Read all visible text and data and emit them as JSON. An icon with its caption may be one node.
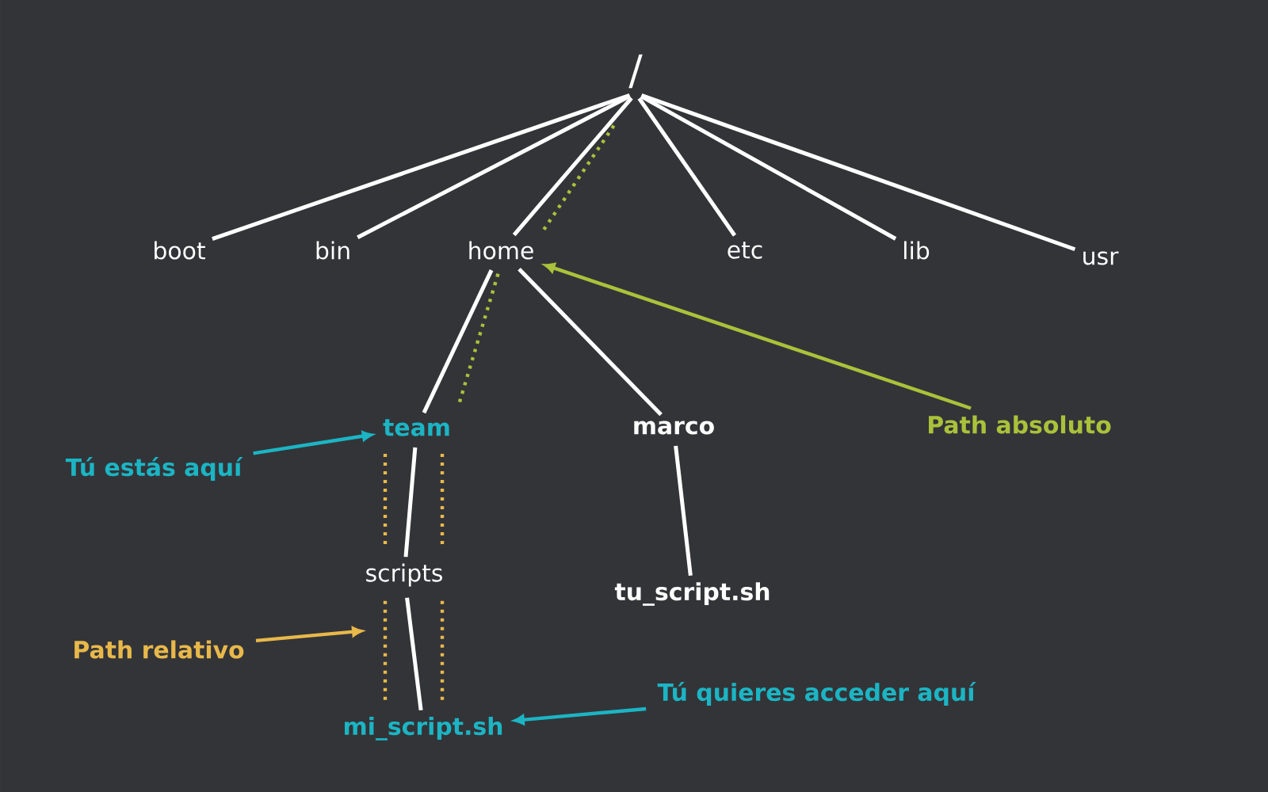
{
  "diagram": {
    "nodes": [
      {
        "text": [
          "/"
        ]
      },
      {
        "text": [
          "boot"
        ]
      },
      {
        "text": [
          "bin"
        ]
      },
      {
        "text": [
          "home"
        ]
      },
      {
        "text": [
          "etc"
        ]
      },
      {
        "text": [
          "lib"
        ]
      },
      {
        "text": [
          "usr"
        ]
      },
      {
        "text": [
          "team"
        ]
      },
      {
        "text": [
          "marco"
        ]
      },
      {
        "text": [
          "scripts"
        ]
      },
      {
        "text": [
          "tu_script.sh"
        ]
      },
      {
        "text": [
          "mi_script.sh"
        ]
      },
      {
        "text": [
          "Tú estás aquí"
        ]
      },
      {
        "text": [
          "Path absoluto"
        ]
      },
      {
        "text": [
          "Path relativo"
        ]
      },
      {
        "text": [
          "Tú quieres acceder aquí"
        ]
      }
    ],
    "edges": [
      {
        "from": 0,
        "to": 1,
        "arrow": "none"
      },
      {
        "from": 0,
        "to": 2,
        "arrow": "none"
      },
      {
        "from": 0,
        "to": 3,
        "arrow": "none"
      },
      {
        "from": 0,
        "to": 4,
        "arrow": "none"
      },
      {
        "from": 0,
        "to": 5,
        "arrow": "none"
      },
      {
        "from": 0,
        "to": 6,
        "arrow": "none"
      },
      {
        "from": 3,
        "to": 7,
        "arrow": "none"
      },
      {
        "from": 3,
        "to": 8,
        "arrow": "none"
      },
      {
        "from": 7,
        "to": 9,
        "arrow": "none"
      },
      {
        "from": 8,
        "to": 10,
        "arrow": "none"
      },
      {
        "from": 9,
        "to": 11,
        "arrow": "none"
      },
      {
        "from": 12,
        "to": 7,
        "arrow": "to",
        "color": "#1bb5c4"
      },
      {
        "from": 13,
        "to": 3,
        "arrow": "to",
        "color": "#a9c23a"
      },
      {
        "from": 14,
        "to": null,
        "arrow": "to",
        "color": "#e8b84a"
      },
      {
        "from": 15,
        "to": 11,
        "arrow": "to",
        "color": "#1bb5c4"
      },
      {
        "from": 7,
        "to": 3,
        "arrow": "none",
        "style": "dashed",
        "color": "#a9c23a"
      },
      {
        "from": 3,
        "to": 0,
        "arrow": "none",
        "style": "dashed",
        "color": "#a9c23a"
      },
      {
        "from": 7,
        "to": 9,
        "arrow": "none",
        "style": "dashed",
        "color": "#e8b84a"
      },
      {
        "from": 7,
        "to": 9,
        "arrow": "none",
        "style": "dashed",
        "color": "#e8b84a"
      },
      {
        "from": 9,
        "to": 11,
        "arrow": "none",
        "style": "dashed",
        "color": "#e8b84a"
      },
      {
        "from": 9,
        "to": 11,
        "arrow": "none",
        "style": "dashed",
        "color": "#e8b84a"
      }
    ]
  }
}
